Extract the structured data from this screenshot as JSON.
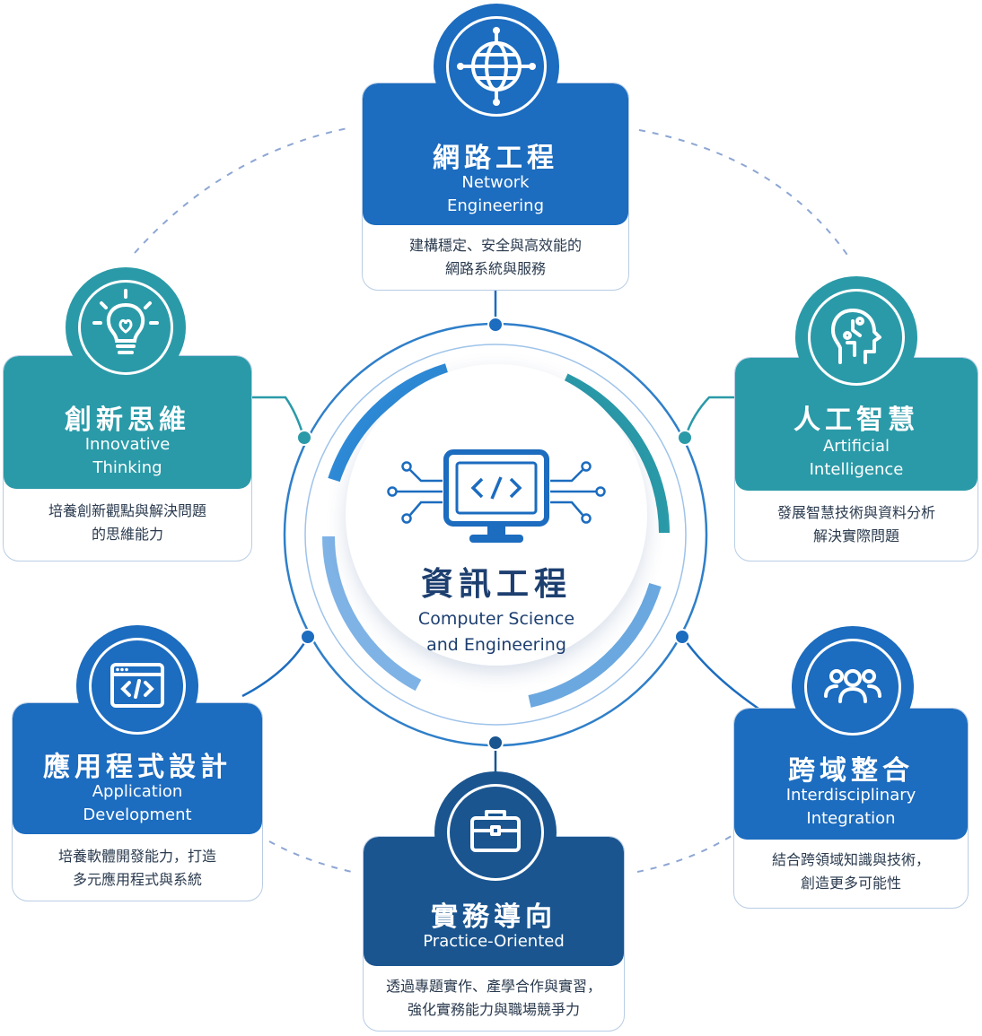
{
  "center": {
    "title_zh": "資訊工程",
    "title_en_line1": "Computer Science",
    "title_en_line2": "and Engineering",
    "icon": "monitor-code-icon"
  },
  "nodes": [
    {
      "id": "network",
      "title_zh": "網路工程",
      "title_en_line1": "Network",
      "title_en_line2": "Engineering",
      "desc_line1": "建構穩定、安全與高效能的",
      "desc_line2": "網路系統與服務",
      "icon": "globe-icon",
      "color": "#1c6cbf"
    },
    {
      "id": "innovation",
      "title_zh": "創新思維",
      "title_en_line1": "Innovative",
      "title_en_line2": "Thinking",
      "desc_line1": "培養創新觀點與解決問題",
      "desc_line2": "的思維能力",
      "icon": "lightbulb-icon",
      "color": "#2a9aa8"
    },
    {
      "id": "ai",
      "title_zh": "人工智慧",
      "title_en_line1": "Artificial",
      "title_en_line2": "Intelligence",
      "desc_line1": "發展智慧技術與資料分析",
      "desc_line2": "解決實際問題",
      "icon": "ai-head-icon",
      "color": "#2a9aa8"
    },
    {
      "id": "app",
      "title_zh": "應用程式設計",
      "title_en_line1": "Application",
      "title_en_line2": "Development",
      "desc_line1": "培養軟體開發能力，打造",
      "desc_line2": "多元應用程式與系統",
      "icon": "code-window-icon",
      "color": "#1c6cbf"
    },
    {
      "id": "interdisciplinary",
      "title_zh": "跨域整合",
      "title_en_line1": "Interdisciplinary",
      "title_en_line2": "Integration",
      "desc_line1": "結合跨領域知識與技術，",
      "desc_line2": "創造更多可能性",
      "icon": "people-group-icon",
      "color": "#1c6cbf"
    },
    {
      "id": "practice",
      "title_zh": "實務導向",
      "title_en_line1": "Practice-Oriented",
      "title_en_line2": "",
      "desc_line1": "透過專題實作、產學合作與實習，",
      "desc_line2": "強化實務能力與職場競爭力",
      "icon": "briefcase-icon",
      "color": "#1a5590"
    }
  ]
}
